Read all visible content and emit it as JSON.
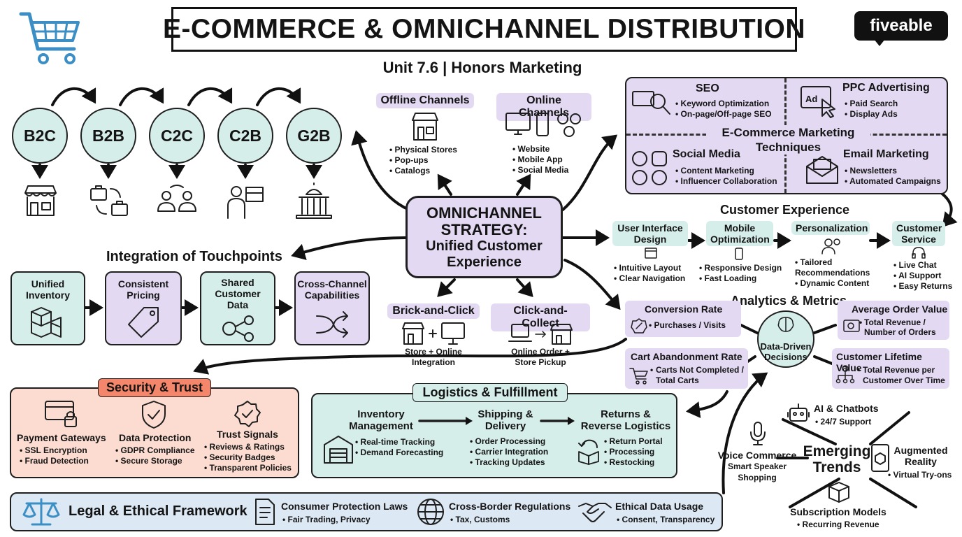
{
  "title": "E-COMMERCE & OMNICHANNEL DISTRIBUTION",
  "subtitle": "Unit 7.6 | Honors Marketing",
  "brand": "fiveable",
  "colors": {
    "mint": "#d6eeea",
    "lavender": "#e3d9f3",
    "peach": "#fcdcd0",
    "blue": "#dde8f5",
    "cart": "#3b8fc4",
    "security_header": "#f4876b"
  },
  "business_models": [
    "B2C",
    "B2B",
    "C2C",
    "C2B",
    "G2B"
  ],
  "center": {
    "line1": "OMNICHANNEL",
    "line2": "STRATEGY:",
    "line3": "Unified Customer",
    "line4": "Experience"
  },
  "offline": {
    "title": "Offline Channels",
    "items": [
      "Physical Stores",
      "Pop-ups",
      "Catalogs"
    ]
  },
  "online": {
    "title": "Online Channels",
    "items": [
      "Website",
      "Mobile App",
      "Social Media"
    ]
  },
  "marketing": {
    "title_line1": "E-Commerce Marketing",
    "title_line2": "Techniques",
    "seo": {
      "title": "SEO",
      "items": [
        "Keyword Optimization",
        "On-page/Off-page SEO"
      ]
    },
    "ppc": {
      "title": "PPC Advertising",
      "items": [
        "Paid Search",
        "Display Ads"
      ],
      "icon_text": "Ad"
    },
    "social": {
      "title": "Social Media",
      "items": [
        "Content Marketing",
        "Influencer Collaboration"
      ]
    },
    "email": {
      "title": "Email Marketing",
      "items": [
        "Newsletters",
        "Automated Campaigns"
      ]
    }
  },
  "cx": {
    "title": "Customer Experience",
    "steps": [
      {
        "title_line1": "User Interface",
        "title_line2": "Design",
        "items": [
          "Intuitive Layout",
          "Clear Navigation"
        ]
      },
      {
        "title_line1": "Mobile",
        "title_line2": "Optimization",
        "items": [
          "Responsive Design",
          "Fast Loading"
        ]
      },
      {
        "title_line1": "Personalization",
        "title_line2": "",
        "items": [
          "Tailored Recommendations",
          "Dynamic Content"
        ]
      },
      {
        "title_line1": "Customer",
        "title_line2": "Service",
        "items": [
          "Live Chat",
          "AI Support",
          "Easy Returns"
        ]
      }
    ]
  },
  "touchpoints": {
    "title": "Integration of Touchpoints",
    "items": [
      {
        "line1": "Unified",
        "line2": "Inventory",
        "line3": ""
      },
      {
        "line1": "Consistent",
        "line2": "Pricing",
        "line3": ""
      },
      {
        "line1": "Shared",
        "line2": "Customer",
        "line3": "Data"
      },
      {
        "line1": "Cross-Channel",
        "line2": "Capabilities",
        "line3": ""
      }
    ]
  },
  "brick": {
    "title": "Brick-and-Click",
    "line1": "Store + Online",
    "line2": "Integration"
  },
  "collect": {
    "title": "Click-and-Collect",
    "line1": "Online Order +",
    "line2": "Store Pickup"
  },
  "analytics": {
    "title": "Analytics & Metrics",
    "center_line1": "Data-Driven",
    "center_line2": "Decisions",
    "conversion": {
      "title": "Conversion Rate",
      "item": "Purchases / Visits"
    },
    "aov": {
      "title": "Average Order Value",
      "item_line1": "Total Revenue /",
      "item_line2": "Number of Orders"
    },
    "cart": {
      "title": "Cart Abandonment Rate",
      "item_line1": "Carts Not Completed /",
      "item_line2": "Total Carts"
    },
    "clv": {
      "title": "Customer Lifetime Value",
      "item_line1": "Total Revenue per",
      "item_line2": "Customer Over Time"
    }
  },
  "security": {
    "title": "Security & Trust",
    "cols": [
      {
        "title": "Payment Gateways",
        "items": [
          "SSL Encryption",
          "Fraud Detection"
        ]
      },
      {
        "title": "Data Protection",
        "items": [
          "GDPR Compliance",
          "Secure Storage"
        ]
      },
      {
        "title": "Trust Signals",
        "items": [
          "Reviews & Ratings",
          "Security Badges",
          "Transparent Policies"
        ]
      }
    ]
  },
  "logistics": {
    "title": "Logistics & Fulfillment",
    "cols": [
      {
        "title_line1": "Inventory",
        "title_line2": "Management",
        "items": [
          "Real-time Tracking",
          "Demand Forecasting"
        ]
      },
      {
        "title_line1": "Shipping &",
        "title_line2": "Delivery",
        "items": [
          "Order Processing",
          "Carrier Integration",
          "Tracking Updates"
        ]
      },
      {
        "title_line1": "Returns &",
        "title_line2": "Reverse Logistics",
        "items": [
          "Return Portal",
          "Processing",
          "Restocking"
        ]
      }
    ]
  },
  "legal": {
    "title": "Legal & Ethical Framework",
    "items": [
      {
        "title": "Consumer Protection Laws",
        "sub": "Fair Trading, Privacy"
      },
      {
        "title": "Cross-Border Regulations",
        "sub": "Tax, Customs"
      },
      {
        "title": "Ethical Data Usage",
        "sub": "Consent, Transparency"
      }
    ]
  },
  "emerging": {
    "center_line1": "Emerging",
    "center_line2": "Trends",
    "ai": {
      "title": "AI & Chatbots",
      "item": "24/7 Support"
    },
    "voice": {
      "title": "Voice Commerce",
      "sub_line1": "Smart Speaker",
      "sub_line2": "Shopping"
    },
    "ar": {
      "title_line1": "Augmented",
      "title_line2": "Reality",
      "item": "Virtual Try-ons"
    },
    "sub": {
      "title": "Subscription Models",
      "item": "Recurring Revenue"
    }
  }
}
